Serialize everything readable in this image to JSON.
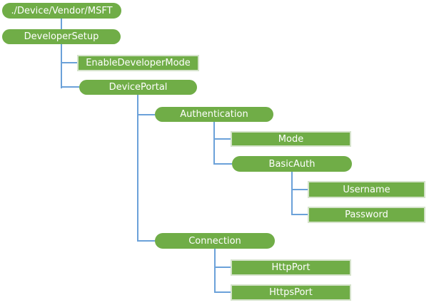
{
  "diagram": {
    "type": "tree",
    "description": "CSP node hierarchy tree",
    "colors": {
      "node_fill": "#70AD47",
      "node_text": "#ffffff",
      "rect_node_border": "#d5e3cb",
      "connector": "#6ba1d9",
      "background": "#ffffff"
    },
    "nodes": [
      {
        "label": "./Device/Vendor/MSFT",
        "shape": "rounded",
        "parent": null
      },
      {
        "label": "DeveloperSetup",
        "shape": "rounded",
        "parent": "./Device/Vendor/MSFT"
      },
      {
        "label": "EnableDeveloperMode",
        "shape": "rect",
        "parent": "DeveloperSetup"
      },
      {
        "label": "DevicePortal",
        "shape": "rounded",
        "parent": "DeveloperSetup"
      },
      {
        "label": "Authentication",
        "shape": "rounded",
        "parent": "DevicePortal"
      },
      {
        "label": "Mode",
        "shape": "rect",
        "parent": "Authentication"
      },
      {
        "label": "BasicAuth",
        "shape": "rounded",
        "parent": "Authentication"
      },
      {
        "label": "Username",
        "shape": "rect",
        "parent": "BasicAuth"
      },
      {
        "label": "Password",
        "shape": "rect",
        "parent": "BasicAuth"
      },
      {
        "label": "Connection",
        "shape": "rounded",
        "parent": "DevicePortal"
      },
      {
        "label": "HttpPort",
        "shape": "rect",
        "parent": "Connection"
      },
      {
        "label": "HttpsPort",
        "shape": "rect",
        "parent": "Connection"
      }
    ]
  }
}
